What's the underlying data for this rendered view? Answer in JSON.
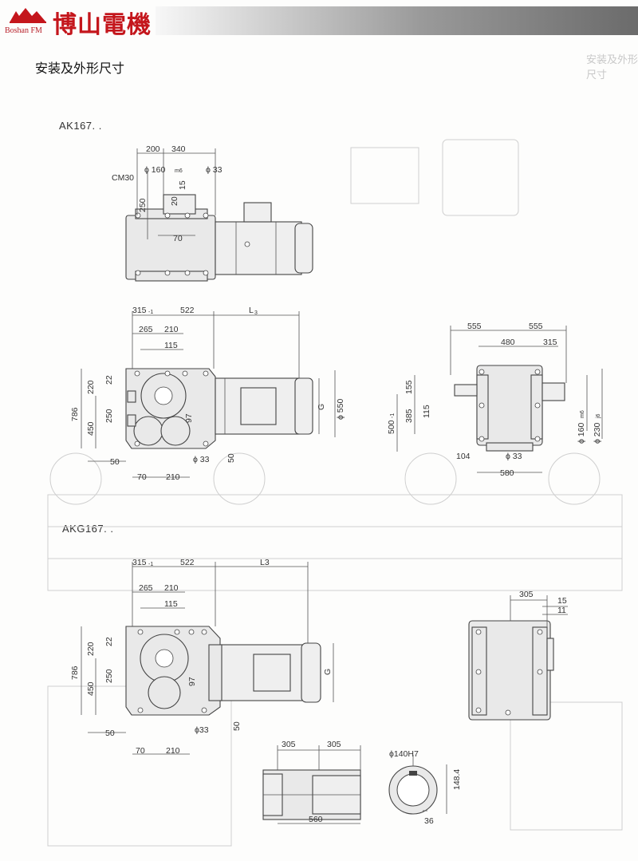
{
  "header": {
    "brand_en": "Boshan FM",
    "brand_cn": "博山電機",
    "colors": {
      "brand_red": "#c4161c",
      "bar_dark": "#6b6b6b"
    }
  },
  "page_title": "安装及外形尺寸",
  "ghost_title": "安装及外形尺寸",
  "models": {
    "ak": "AK167. .",
    "akg": "AKG167. ."
  },
  "dims": {
    "ak_top": {
      "d200": "200",
      "d340": "340",
      "cm30": "CM30",
      "phi160": "ϕ 160",
      "phi160_sub": "m6",
      "phi33": "ϕ 33",
      "d250": "250",
      "d20": "20",
      "d15": "15",
      "d70": "70"
    },
    "ak_front": {
      "d315": "315",
      "d315_sub": "-1",
      "d522": "522",
      "l3": "L",
      "l3_sub": "3",
      "d265": "265",
      "d210": "210",
      "d115": "115",
      "d220": "220",
      "d22": "22",
      "d786": "786",
      "d450": "450",
      "d250": "250",
      "d97": "97",
      "g": "G",
      "phi550": "ϕ 550",
      "d50a": "50",
      "phi33": "ϕ 33",
      "d50b": "50",
      "d70": "70",
      "d210b": "210"
    },
    "ak_side": {
      "d555a": "555",
      "d555b": "555",
      "d480": "480",
      "d315": "315",
      "d155": "155",
      "d385": "385",
      "d115": "115",
      "d500": "500",
      "d500_sub": "-1",
      "phi160": "ϕ 160",
      "phi160_sub": "m6",
      "phi230": "ϕ 230",
      "phi230_sub": "j6",
      "d104": "104",
      "phi33": "ϕ 33",
      "d580": "580"
    },
    "akg_front": {
      "d315": "315",
      "d315_sub": "-1",
      "d522": "522",
      "l3": "L3",
      "d265": "265",
      "d210": "210",
      "d115": "115",
      "d220": "220",
      "d22": "22",
      "d786": "786",
      "d450": "450",
      "d250": "250",
      "d97": "97",
      "g": "G",
      "d50a": "50",
      "phi33": "ϕ33",
      "d50b": "50",
      "d70": "70",
      "d210b": "210"
    },
    "akg_side": {
      "d305": "305",
      "d15": "15",
      "d11": "11"
    },
    "akg_shaft": {
      "d305a": "305",
      "d305b": "305",
      "d560": "560",
      "phi140": "ϕ140H7",
      "d148": "148.4",
      "d36": "36"
    }
  }
}
